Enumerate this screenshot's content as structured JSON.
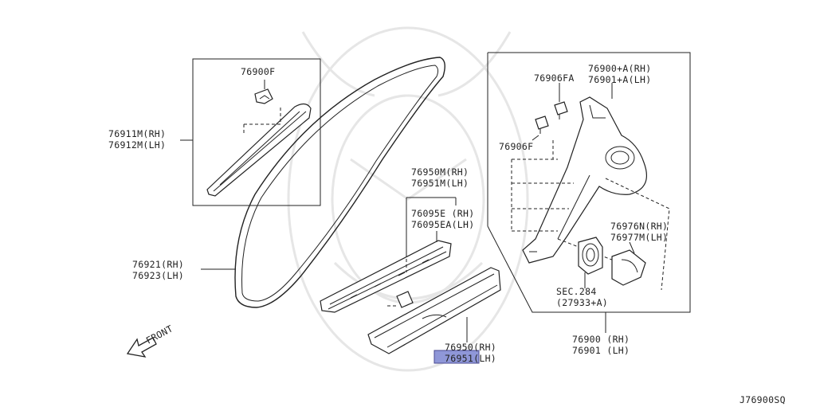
{
  "labels": {
    "p76900F": "76900F",
    "p76911M": "76911M(RH)",
    "p76912M": "76912M(LH)",
    "p76950M": "76950M(RH)",
    "p76951M": "76951M(LH)",
    "p76095E": "76095E (RH)",
    "p76095EA": "76095EA(LH)",
    "p76921": "76921(RH)",
    "p76923": "76923(LH)",
    "front": "FRONT",
    "p76950": "76950(RH)",
    "p76951": "76951(LH)",
    "p76906FA": "76906FA",
    "p76900A": "76900+A(RH)",
    "p76901A": "76901+A(LH)",
    "p76906F": "76906F",
    "p76976N": "76976N(RH)",
    "p76977M": "76977M(LH)",
    "sec284": "SEC.284",
    "p27933A": "(27933+A)",
    "p76900": "76900 (RH)",
    "p76901": "76901 (LH)",
    "diagram_code": "J76900SQ"
  },
  "highlighted_part": "76951",
  "colors": {
    "highlight": "#8f97d8",
    "line": "#222222",
    "background": "#ffffff"
  }
}
